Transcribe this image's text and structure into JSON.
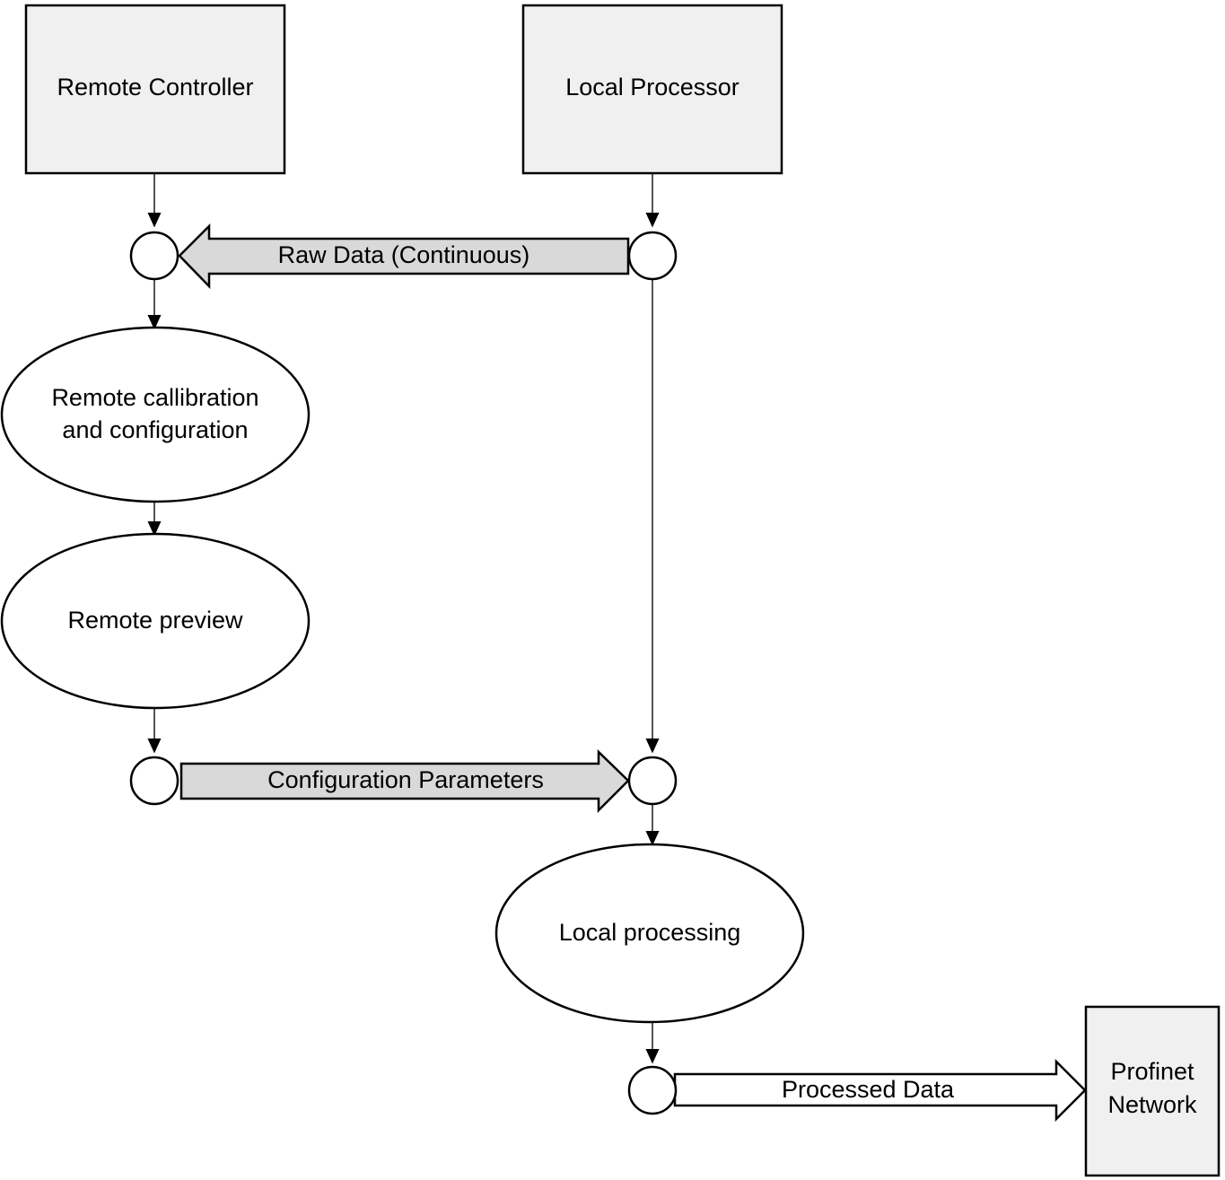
{
  "diagram": {
    "type": "flowchart",
    "title": "",
    "nodes": {
      "remote_controller": {
        "label": "Remote Controller",
        "shape": "rectangle",
        "fill": "#f0f0f0",
        "stroke": "#000000"
      },
      "local_processor": {
        "label": "Local Processor",
        "shape": "rectangle",
        "fill": "#f0f0f0",
        "stroke": "#000000"
      },
      "remote_calibration": {
        "label_line1": "Remote callibration",
        "label_line2": "and configuration",
        "shape": "ellipse",
        "fill": "#ffffff",
        "stroke": "#000000"
      },
      "remote_preview": {
        "label": "Remote preview",
        "shape": "ellipse",
        "fill": "#ffffff",
        "stroke": "#000000"
      },
      "local_processing": {
        "label": "Local processing",
        "shape": "ellipse",
        "fill": "#ffffff",
        "stroke": "#000000"
      },
      "profinet_network": {
        "label_line1": "Profinet",
        "label_line2": "Network",
        "shape": "rectangle",
        "fill": "#f0f0f0",
        "stroke": "#000000"
      }
    },
    "flows": {
      "raw_data": {
        "label": "Raw Data (Continuous)",
        "direction": "right-to-left",
        "fill": "#d9d9d9",
        "from": "local_processor",
        "to": "remote_controller"
      },
      "configuration_parameters": {
        "label": "Configuration Parameters",
        "direction": "left-to-right",
        "fill": "#d9d9d9",
        "from": "remote_preview",
        "to": "local_processing"
      },
      "processed_data": {
        "label": "Processed Data",
        "direction": "left-to-right",
        "fill": "#ffffff",
        "from": "local_processing",
        "to": "profinet_network"
      }
    },
    "connectors": [
      {
        "name": "remote-controller-to-junction-a"
      },
      {
        "name": "junction-a-to-remote-calibration"
      },
      {
        "name": "remote-calibration-to-remote-preview"
      },
      {
        "name": "remote-preview-to-junction-b"
      },
      {
        "name": "local-processor-to-junction-c"
      },
      {
        "name": "junction-c-to-junction-d"
      },
      {
        "name": "junction-d-to-local-processing"
      },
      {
        "name": "local-processing-to-junction-e"
      }
    ]
  }
}
